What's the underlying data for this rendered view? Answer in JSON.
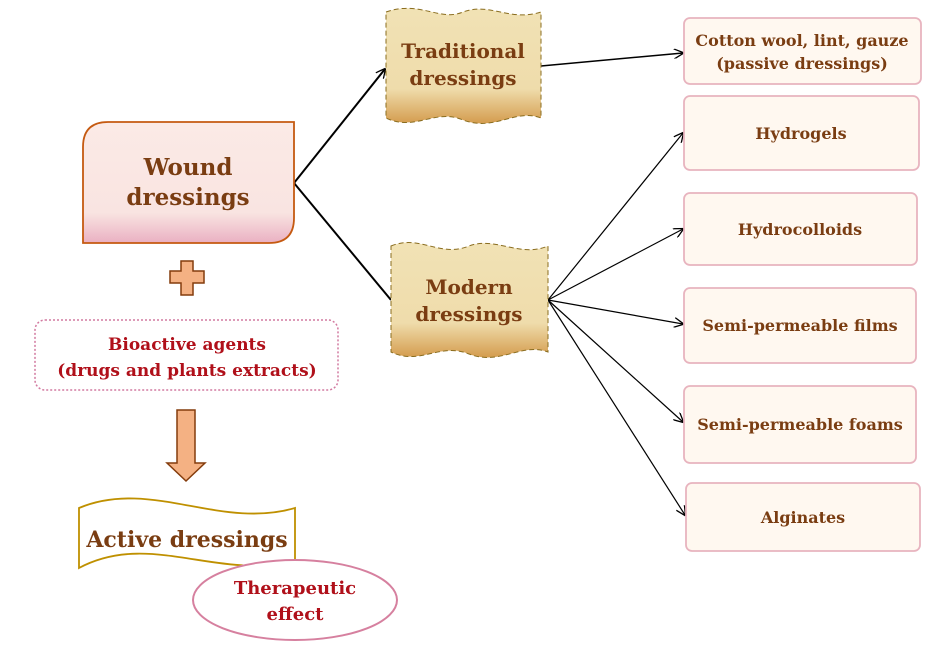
{
  "root": {
    "lines": [
      "Wound",
      "dressings"
    ]
  },
  "plus_icon": "plus-icon",
  "bioactive": {
    "lines": [
      "Bioactive agents",
      "(drugs and plants extracts)"
    ]
  },
  "active": {
    "label": "Active dressings"
  },
  "therapeutic": {
    "lines": [
      "Therapeutic",
      "effect"
    ]
  },
  "traditional": {
    "lines": [
      "Traditional",
      "dressings"
    ]
  },
  "modern": {
    "lines": [
      "Modern",
      "dressings"
    ]
  },
  "traditional_items": [
    {
      "lines": [
        "Cotton wool, lint, gauze",
        "(passive dressings)"
      ]
    }
  ],
  "modern_items": [
    {
      "label": "Hydrogels"
    },
    {
      "label": "Hydrocolloids"
    },
    {
      "label": "Semi-permeable films"
    },
    {
      "label": "Semi-permeable foams"
    },
    {
      "label": "Alginates"
    }
  ],
  "colors": {
    "text_brown": "#7a3d12",
    "text_red": "#b0101a",
    "box_border": "#e8b4bf",
    "box_fill": "#fff8f0",
    "wave_fill": "#f0dfae",
    "arrow_fill": "#f4b183"
  }
}
